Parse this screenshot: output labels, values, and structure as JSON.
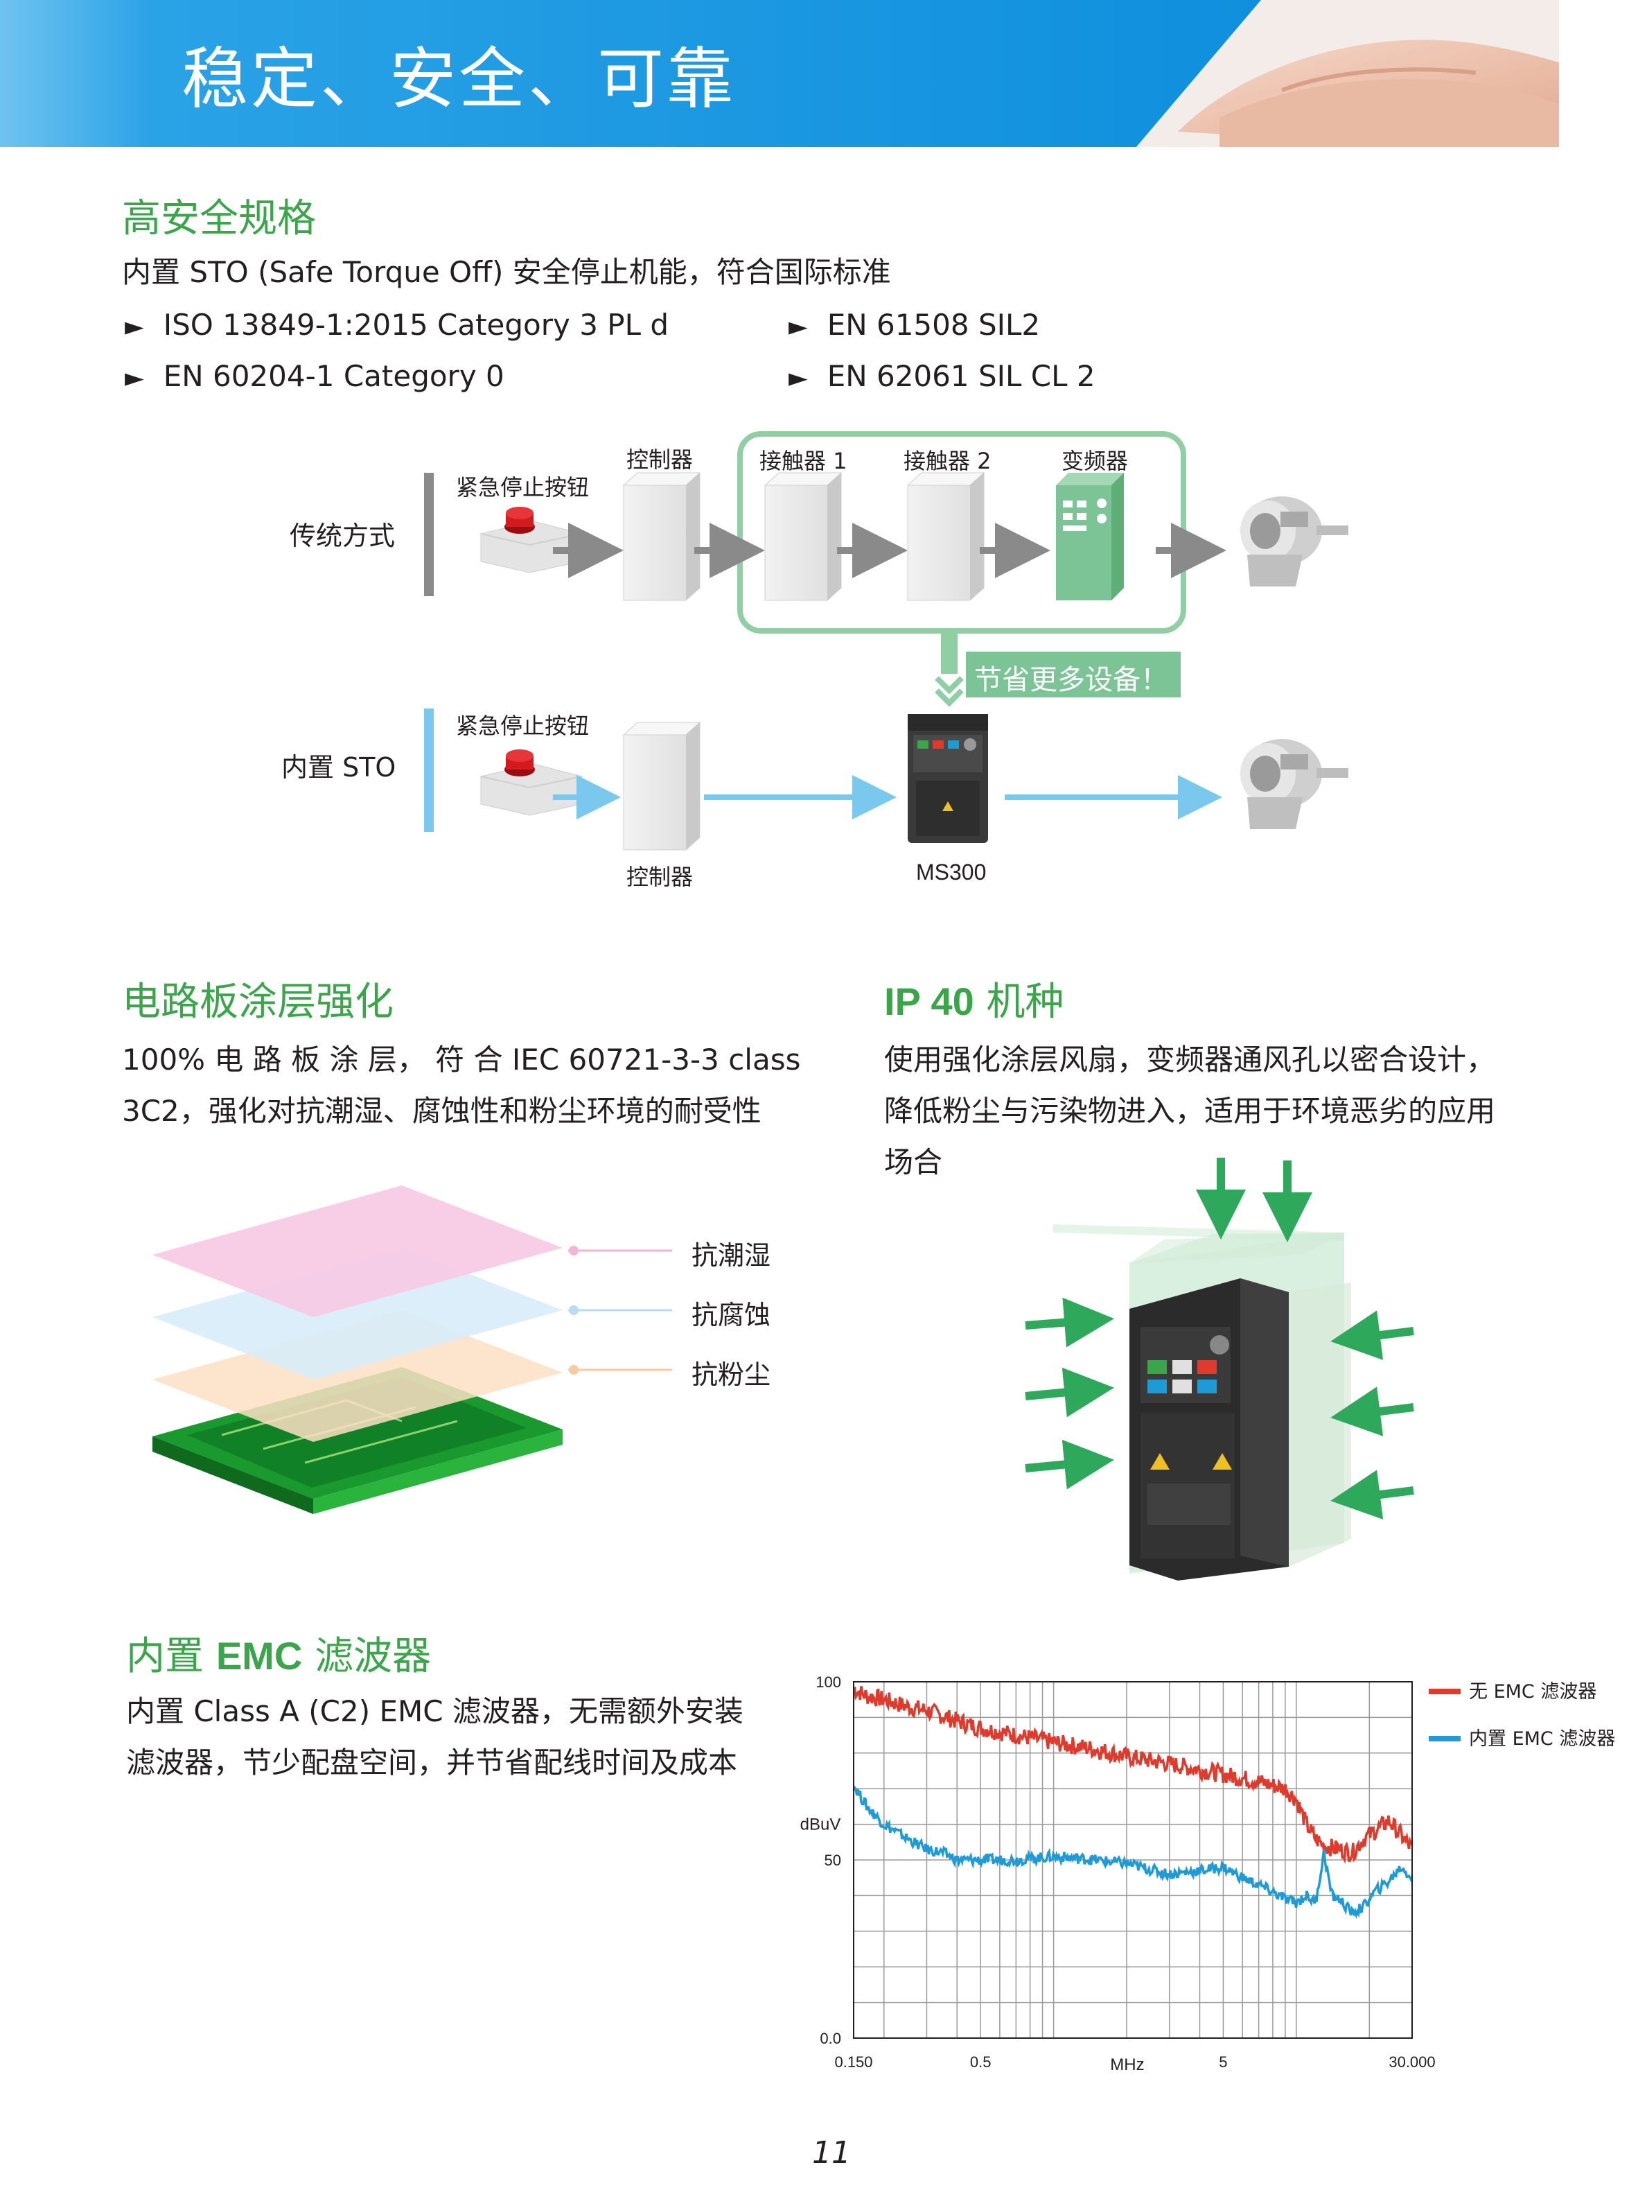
{
  "banner": {
    "title": "稳定、安全、可靠"
  },
  "safety": {
    "heading": "高安全规格",
    "intro": "内置 STO (Safe Torque Off) 安全停止机能，符合国际标准",
    "standards_left": [
      "ISO 13849-1:2015 Category 3 PL d",
      "EN 60204-1 Category 0"
    ],
    "standards_right": [
      "EN 61508 SIL2",
      "EN 62061 SIL CL 2"
    ],
    "bullet_marker": "►"
  },
  "diagram": {
    "traditional_label": "传统方式",
    "sto_label": "内置 STO",
    "estop_label": "紧急停止按钮",
    "controller_label": "控制器",
    "contactor1_label": "接触器 1",
    "contactor2_label": "接触器 2",
    "inverter_label": "变频器",
    "save_label": "节省更多设备！",
    "ms300_label": "MS300",
    "colors": {
      "green": "#7cc495",
      "blue": "#7ac8ee",
      "gray_arrow": "#8a8a8a"
    }
  },
  "coating": {
    "heading": "电路板涂层强化",
    "text_line1": "100% 电 路 板 涂 层， 符 合 IEC 60721-3-3 class",
    "text_line2": "3C2，强化对抗潮湿、腐蚀性和粉尘环境的耐受性",
    "layers": [
      "抗潮湿",
      "抗腐蚀",
      "抗粉尘"
    ]
  },
  "ip40": {
    "heading_bold": "IP 40",
    "heading_rest": " 机种",
    "lines": [
      "使用强化涂层风扇，变频器通风孔以密合设计，",
      "降低粉尘与污染物进入，适用于环境恶劣的应用",
      "场合"
    ]
  },
  "emc": {
    "heading_pre": "内置 ",
    "heading_bold": "EMC",
    "heading_post": " 滤波器",
    "lines": [
      "内置 Class A (C2) EMC 滤波器，无需额外安装",
      "滤波器，节少配盘空间，并节省配线时间及成本"
    ]
  },
  "page_number": "11",
  "chart_data": {
    "type": "line",
    "title": "",
    "xlabel": "MHz",
    "ylabel": "dBuV",
    "x_scale": "log",
    "xlim": [
      0.15,
      30.0
    ],
    "ylim": [
      0.0,
      100
    ],
    "x_ticks": [
      "0.150",
      "0.5",
      "5",
      "30.000"
    ],
    "y_ticks": [
      "0.0",
      "50",
      "100"
    ],
    "grid": true,
    "legend_position": "top-right",
    "series": [
      {
        "name": "无 EMC 滤波器",
        "color": "#e03a2c",
        "x": [
          0.15,
          0.17,
          0.2,
          0.25,
          0.3,
          0.4,
          0.5,
          0.7,
          1.0,
          1.5,
          2.0,
          3.0,
          5.0,
          7.0,
          9.0,
          10.0,
          11.0,
          12.0,
          13.0,
          15.0,
          17.0,
          19.0,
          21.0,
          24.0,
          27.0,
          30.0
        ],
        "values": [
          98,
          96,
          95,
          93,
          92,
          89,
          87,
          85,
          83,
          81,
          79,
          77,
          74,
          72,
          70,
          67,
          60,
          56,
          54,
          53,
          52,
          56,
          58,
          61,
          57,
          53
        ]
      },
      {
        "name": "内置 EMC 滤波器",
        "color": "#1e9bd7",
        "x": [
          0.15,
          0.17,
          0.2,
          0.25,
          0.3,
          0.35,
          0.4,
          0.5,
          0.7,
          1.0,
          1.5,
          2.0,
          3.0,
          4.0,
          5.0,
          6.0,
          7.0,
          8.0,
          9.0,
          10.0,
          11.0,
          12.0,
          13.0,
          14.0,
          15.0,
          17.0,
          19.0,
          21.0,
          24.0,
          27.0,
          30.0
        ],
        "values": [
          71,
          65,
          60,
          56,
          53,
          52,
          50,
          50,
          50,
          51,
          50,
          49,
          46,
          47,
          48,
          45,
          43,
          41,
          39,
          38,
          40,
          38,
          52,
          40,
          39,
          35,
          37,
          41,
          44,
          48,
          45
        ]
      }
    ]
  }
}
